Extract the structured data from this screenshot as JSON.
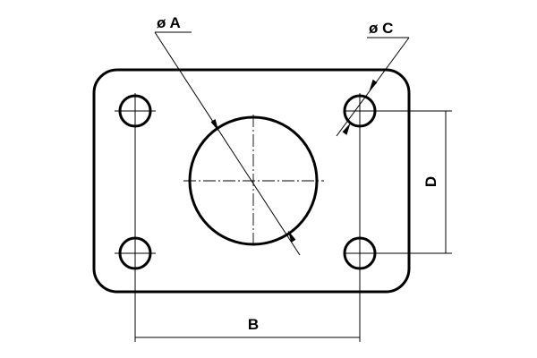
{
  "drawing": {
    "labels": {
      "hole_diameter": "ø A",
      "bolt_spacing_horizontal": "B",
      "bolt_hole_diameter": "ø C",
      "bolt_spacing_vertical": "D"
    }
  }
}
